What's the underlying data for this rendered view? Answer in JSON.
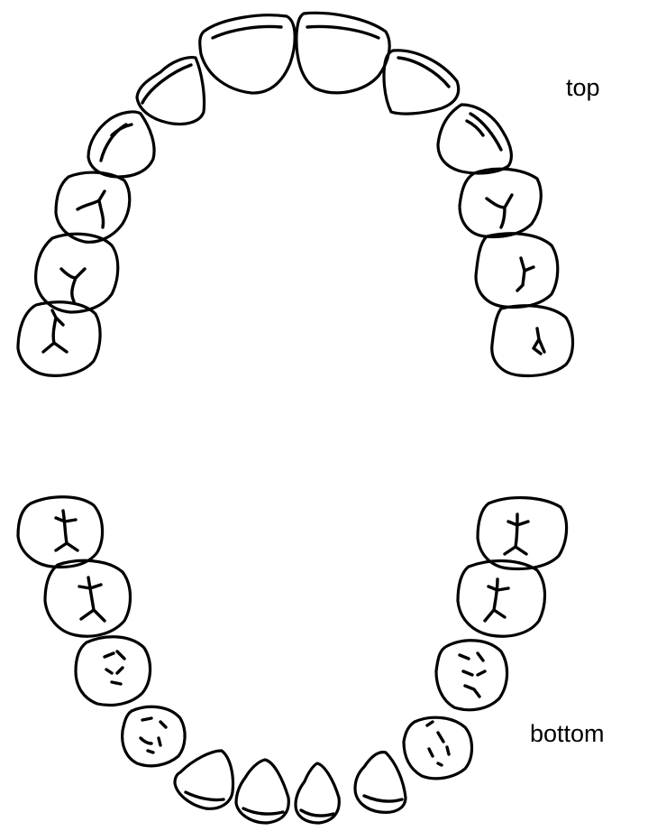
{
  "labels": {
    "top": "top",
    "bottom": "bottom"
  },
  "arches": [
    {
      "name": "upper",
      "teeth": [
        {
          "type": "incisor"
        },
        {
          "type": "incisor"
        },
        {
          "type": "incisor"
        },
        {
          "type": "incisor"
        },
        {
          "type": "canine"
        },
        {
          "type": "canine"
        },
        {
          "type": "molar"
        },
        {
          "type": "molar"
        },
        {
          "type": "molar"
        },
        {
          "type": "molar"
        },
        {
          "type": "molar"
        },
        {
          "type": "molar"
        }
      ]
    },
    {
      "name": "lower",
      "teeth": [
        {
          "type": "incisor"
        },
        {
          "type": "incisor"
        },
        {
          "type": "incisor"
        },
        {
          "type": "incisor"
        },
        {
          "type": "premolar"
        },
        {
          "type": "premolar"
        },
        {
          "type": "premolar"
        },
        {
          "type": "premolar"
        },
        {
          "type": "molar"
        },
        {
          "type": "molar"
        },
        {
          "type": "molar"
        },
        {
          "type": "molar"
        }
      ]
    }
  ]
}
